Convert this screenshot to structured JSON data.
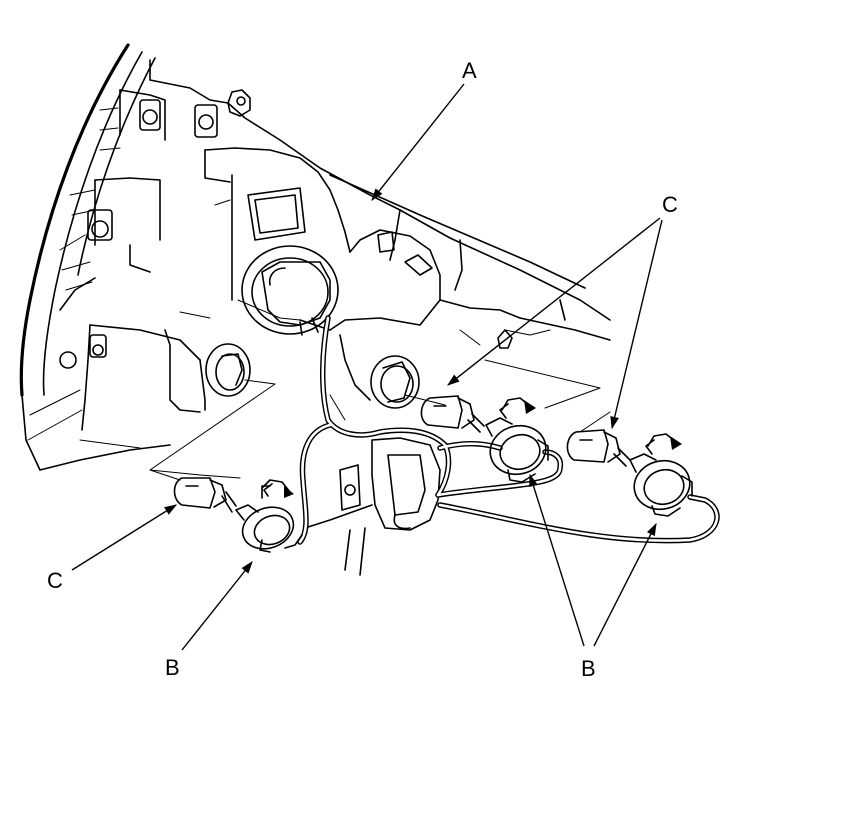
{
  "callouts": {
    "a": "A",
    "b_left": "B",
    "b_right": "B",
    "c_right": "C",
    "c_left": "C"
  },
  "colors": {
    "ink": "#000000",
    "paper": "#ffffff"
  }
}
